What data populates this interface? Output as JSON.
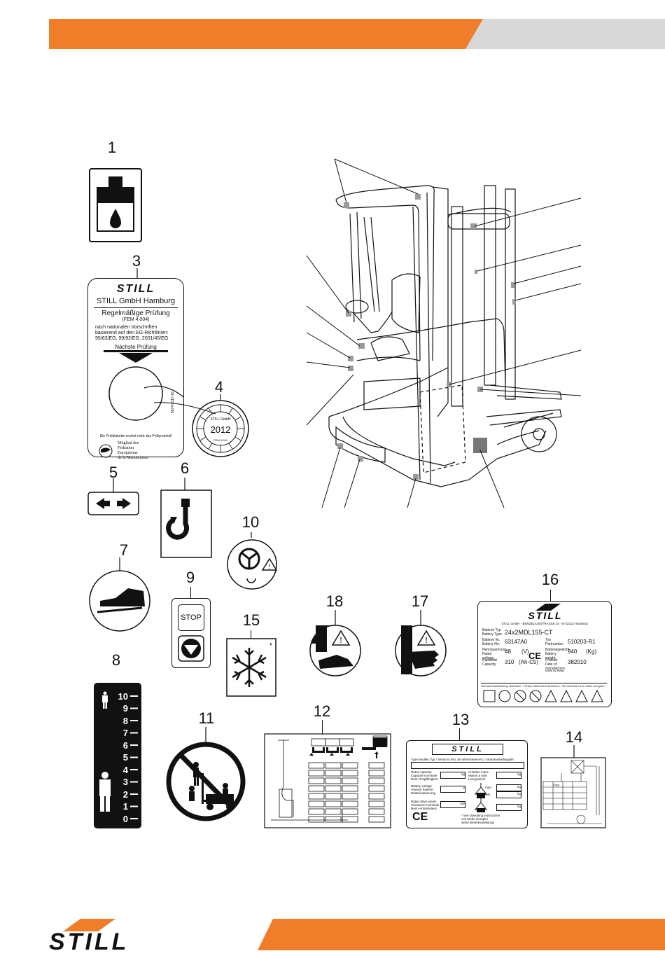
{
  "header": {
    "bar_color": "#f07d2a",
    "bar_end_color": "#d8d8d8"
  },
  "footer": {
    "logo_text": "STILL",
    "bar_color": "#f07d2a"
  },
  "callouts": [
    "1",
    "3",
    "4",
    "5",
    "6",
    "7",
    "8",
    "9",
    "10",
    "11",
    "12",
    "13",
    "14",
    "15",
    "16",
    "17",
    "18"
  ],
  "label3": {
    "logo": "STILL",
    "company": "STILL GmbH Hamburg",
    "heading": "Regelmäßige Prüfung",
    "standard": "(FEM 4.004)",
    "line1": "nach nationalen Vorschriften",
    "line2": "basierend auf den EG-Richtlinien:",
    "line3": "95/63/EG, 99/92/EG, 2001/45/EG",
    "next": "Nächste Prüfung",
    "side_code": "5674 0310 10",
    "note": "Die Prüfplakette ersetzt nicht das Prüfprotokoll",
    "member1": "Mitglied der:",
    "member2": "Fédration",
    "member3": "Européenne",
    "member4": "de la Manutention"
  },
  "label4": {
    "year": "2012",
    "top": "STILL GmbH",
    "bottom": "FEM 4.004"
  },
  "label8": {
    "ticks": [
      "10",
      "9",
      "8",
      "7",
      "6",
      "5",
      "4",
      "3",
      "2",
      "1",
      "0"
    ]
  },
  "label9": {
    "stop": "STOP"
  },
  "label16": {
    "logo": "STILL",
    "address": "STILL GmbH - BERZELIUSSTRASSE 10 - D-22113 Hamburg",
    "type_label": "Batterie Typ Battery Type",
    "type_value": "24x2MDL155-CT",
    "sn_label": "Batterie Nr. Battery No.",
    "sn_value": "63147A0",
    "ref_label": "Typ Partnumber",
    "ref_value": "510203-R1",
    "voltage_label": "Nennspannung Rated voltage",
    "voltage_value": "48",
    "voltage_unit": "(V)",
    "weight_label": "Batteriegewicht Battery weight",
    "weight_value": "940",
    "weight_unit": "(Kg)",
    "capacity_label": "Kapazität Capacity",
    "capacity_value": "310",
    "capacity_unit": "(Ah-C5)",
    "prod_label": "Produkt Date of manufacture",
    "prod_value": "382010",
    "ce": "CE",
    "made": "Made by Midac",
    "instructions": "Gebrauchsanweisung beachten! - Please follow the instructions / Se conformer à la notice d'emploi !"
  },
  "label13": {
    "logo": "STILL",
    "type_row": "Type Modèle Typ / Serial no./No. de série/Serien-Nr. / year/année/Baujahr",
    "cap1": "Rated capacity",
    "cap2": "Capacité nominale",
    "cap3": "Nenn-Tragfähigkeit",
    "unit_kg": "kg",
    "unladen1": "Unladen mass",
    "unladen2": "Masse à vide",
    "unladen3": "Leergewicht",
    "volt1": "Battery voltage",
    "volt2": "Tension batterie",
    "volt3": "Batteriespannung",
    "unit_v": "V",
    "max": "max",
    "min": "min",
    "power1": "Rated drive power",
    "power2": "Puissance nominale",
    "power3": "Nenn-Antriebsleist.",
    "unit_kw": "kW",
    "ce": "CE",
    "note1": "* see Operating instructions",
    "note2": "voir Mode d'emploi",
    "note3": "siehe Betriebsanleitung"
  },
  "label14": {
    "t": "t (kg)"
  }
}
